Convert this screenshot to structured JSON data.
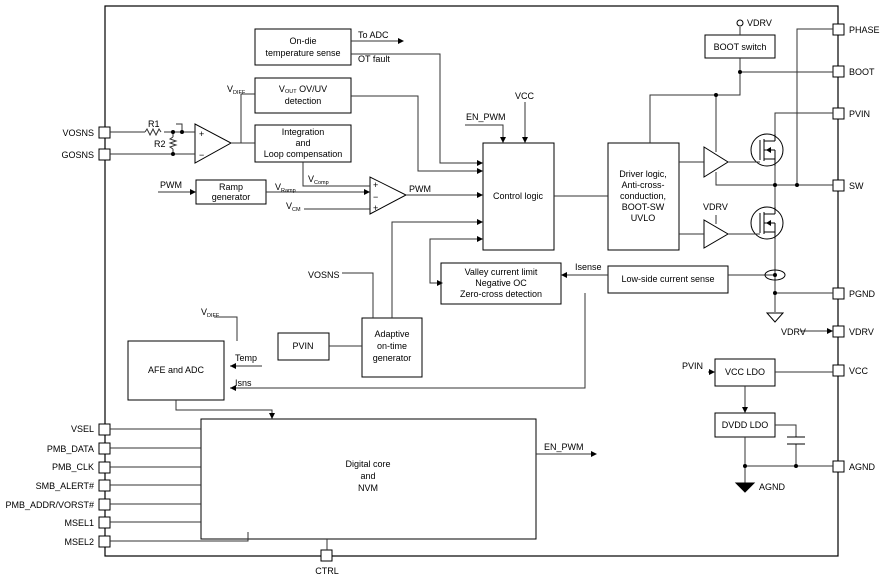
{
  "pins_left": {
    "vosns": "VOSNS",
    "gosns": "GOSNS",
    "vsel": "VSEL",
    "pmb_data": "PMB_DATA",
    "pmb_clk": "PMB_CLK",
    "smb_alert": "SMB_ALERT#",
    "pmb_addr": "PMB_ADDR/VORST#",
    "msel1": "MSEL1",
    "msel2": "MSEL2"
  },
  "pins_right": {
    "phase": "PHASE",
    "boot": "BOOT",
    "pvin": "PVIN",
    "sw": "SW",
    "pgnd": "PGND",
    "vdrv": "VDRV",
    "vcc": "VCC",
    "agnd": "AGND"
  },
  "pin_bottom": {
    "ctrl": "CTRL"
  },
  "blocks": {
    "temp_sense": [
      "On-die",
      "temperature sense"
    ],
    "vout_detect": [
      "V",
      "OUT",
      " OV/UV",
      "detection"
    ],
    "integration": [
      "Integration",
      "and",
      "Loop compensation"
    ],
    "ramp_gen": [
      "Ramp",
      "generator"
    ],
    "control_logic": "Control logic",
    "driver_logic": [
      "Driver logic,",
      "Anti-cross-",
      "conduction,",
      "BOOT-SW",
      "UVLO"
    ],
    "boot_switch": "BOOT switch",
    "valley": [
      "Valley current limit",
      "Negative OC",
      "Zero-cross detection"
    ],
    "low_side_sense": "Low-side current sense",
    "pvin_block": "PVIN",
    "adaptive": [
      "Adaptive",
      "on-time",
      "generator"
    ],
    "afe_adc": "AFE and ADC",
    "digital_core": [
      "Digital core",
      "and",
      "NVM"
    ],
    "vcc_ldo": "VCC LDO",
    "dvdd_ldo": "DVDD LDO"
  },
  "labels": {
    "to_adc": "To ADC",
    "ot_fault": "OT fault",
    "en_pwm_top": "EN_PWM",
    "vcc_top": "VCC",
    "vdrv_top": "VDRV",
    "vdrv_mid": "VDRV",
    "vdiff_top": "V",
    "vdiff_sub": "DIFF",
    "r1": "R1",
    "r2": "R2",
    "pwm_in": "PWM",
    "vramp": "V",
    "vramp_sub": "Ramp",
    "vcomp": "V",
    "vcomp_sub": "Comp",
    "vcm": "V",
    "vcm_sub": "CM",
    "pwm_out": "PWM",
    "isense": "Isense",
    "vosns_int": "VOSNS",
    "vdiff_afe": "V",
    "vdiff_afe_sub": "DIFF",
    "temp": "Temp",
    "isns": "Isns",
    "en_pwm_out": "EN_PWM",
    "pvin_ldo": "PVIN",
    "vdrv_pin_label": "VDRV",
    "agnd_label": "AGND"
  }
}
